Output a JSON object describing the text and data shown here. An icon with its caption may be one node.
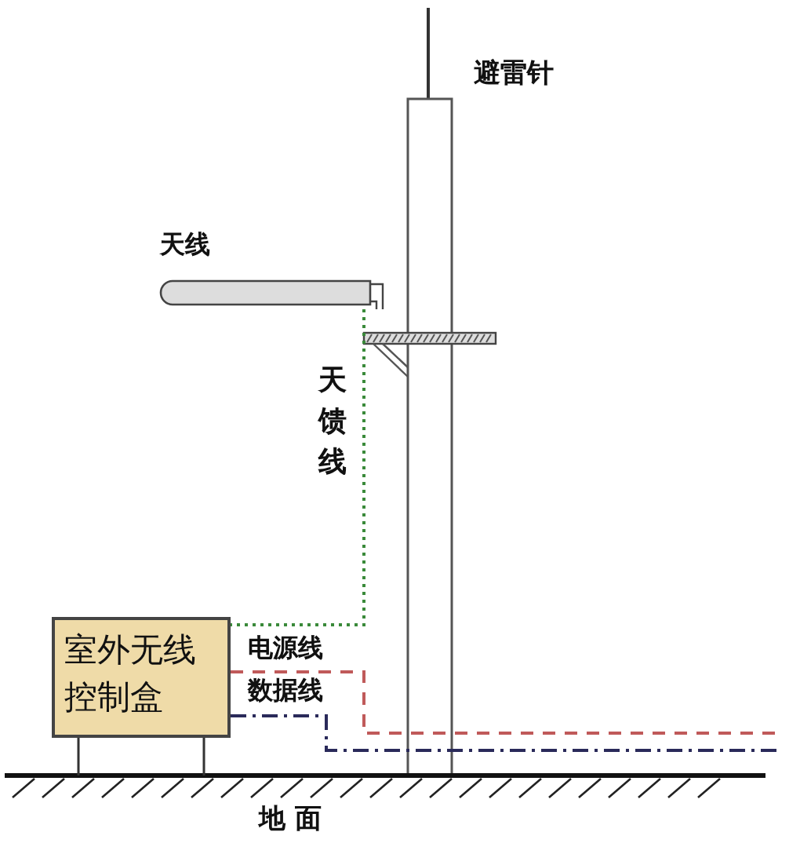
{
  "diagram": {
    "nodes": [
      {
        "text": [
          "天线"
        ]
      },
      {
        "text": [
          "室外无线控制盒"
        ]
      }
    ],
    "edges": [
      {
        "from": 0,
        "to": 1,
        "arrow": "none",
        "label": "天馈线",
        "style": "dashed",
        "color": "#3a8a3a"
      },
      {
        "from": 1,
        "to": null,
        "arrow": "none",
        "label": "电源线",
        "style": "dashed",
        "color": "#c05a5a"
      },
      {
        "from": 1,
        "to": null,
        "arrow": "none",
        "label": "数据线",
        "style": "dashed",
        "color": "#2a2a5a"
      }
    ],
    "labels": [
      "避雷针",
      "地 面"
    ]
  }
}
